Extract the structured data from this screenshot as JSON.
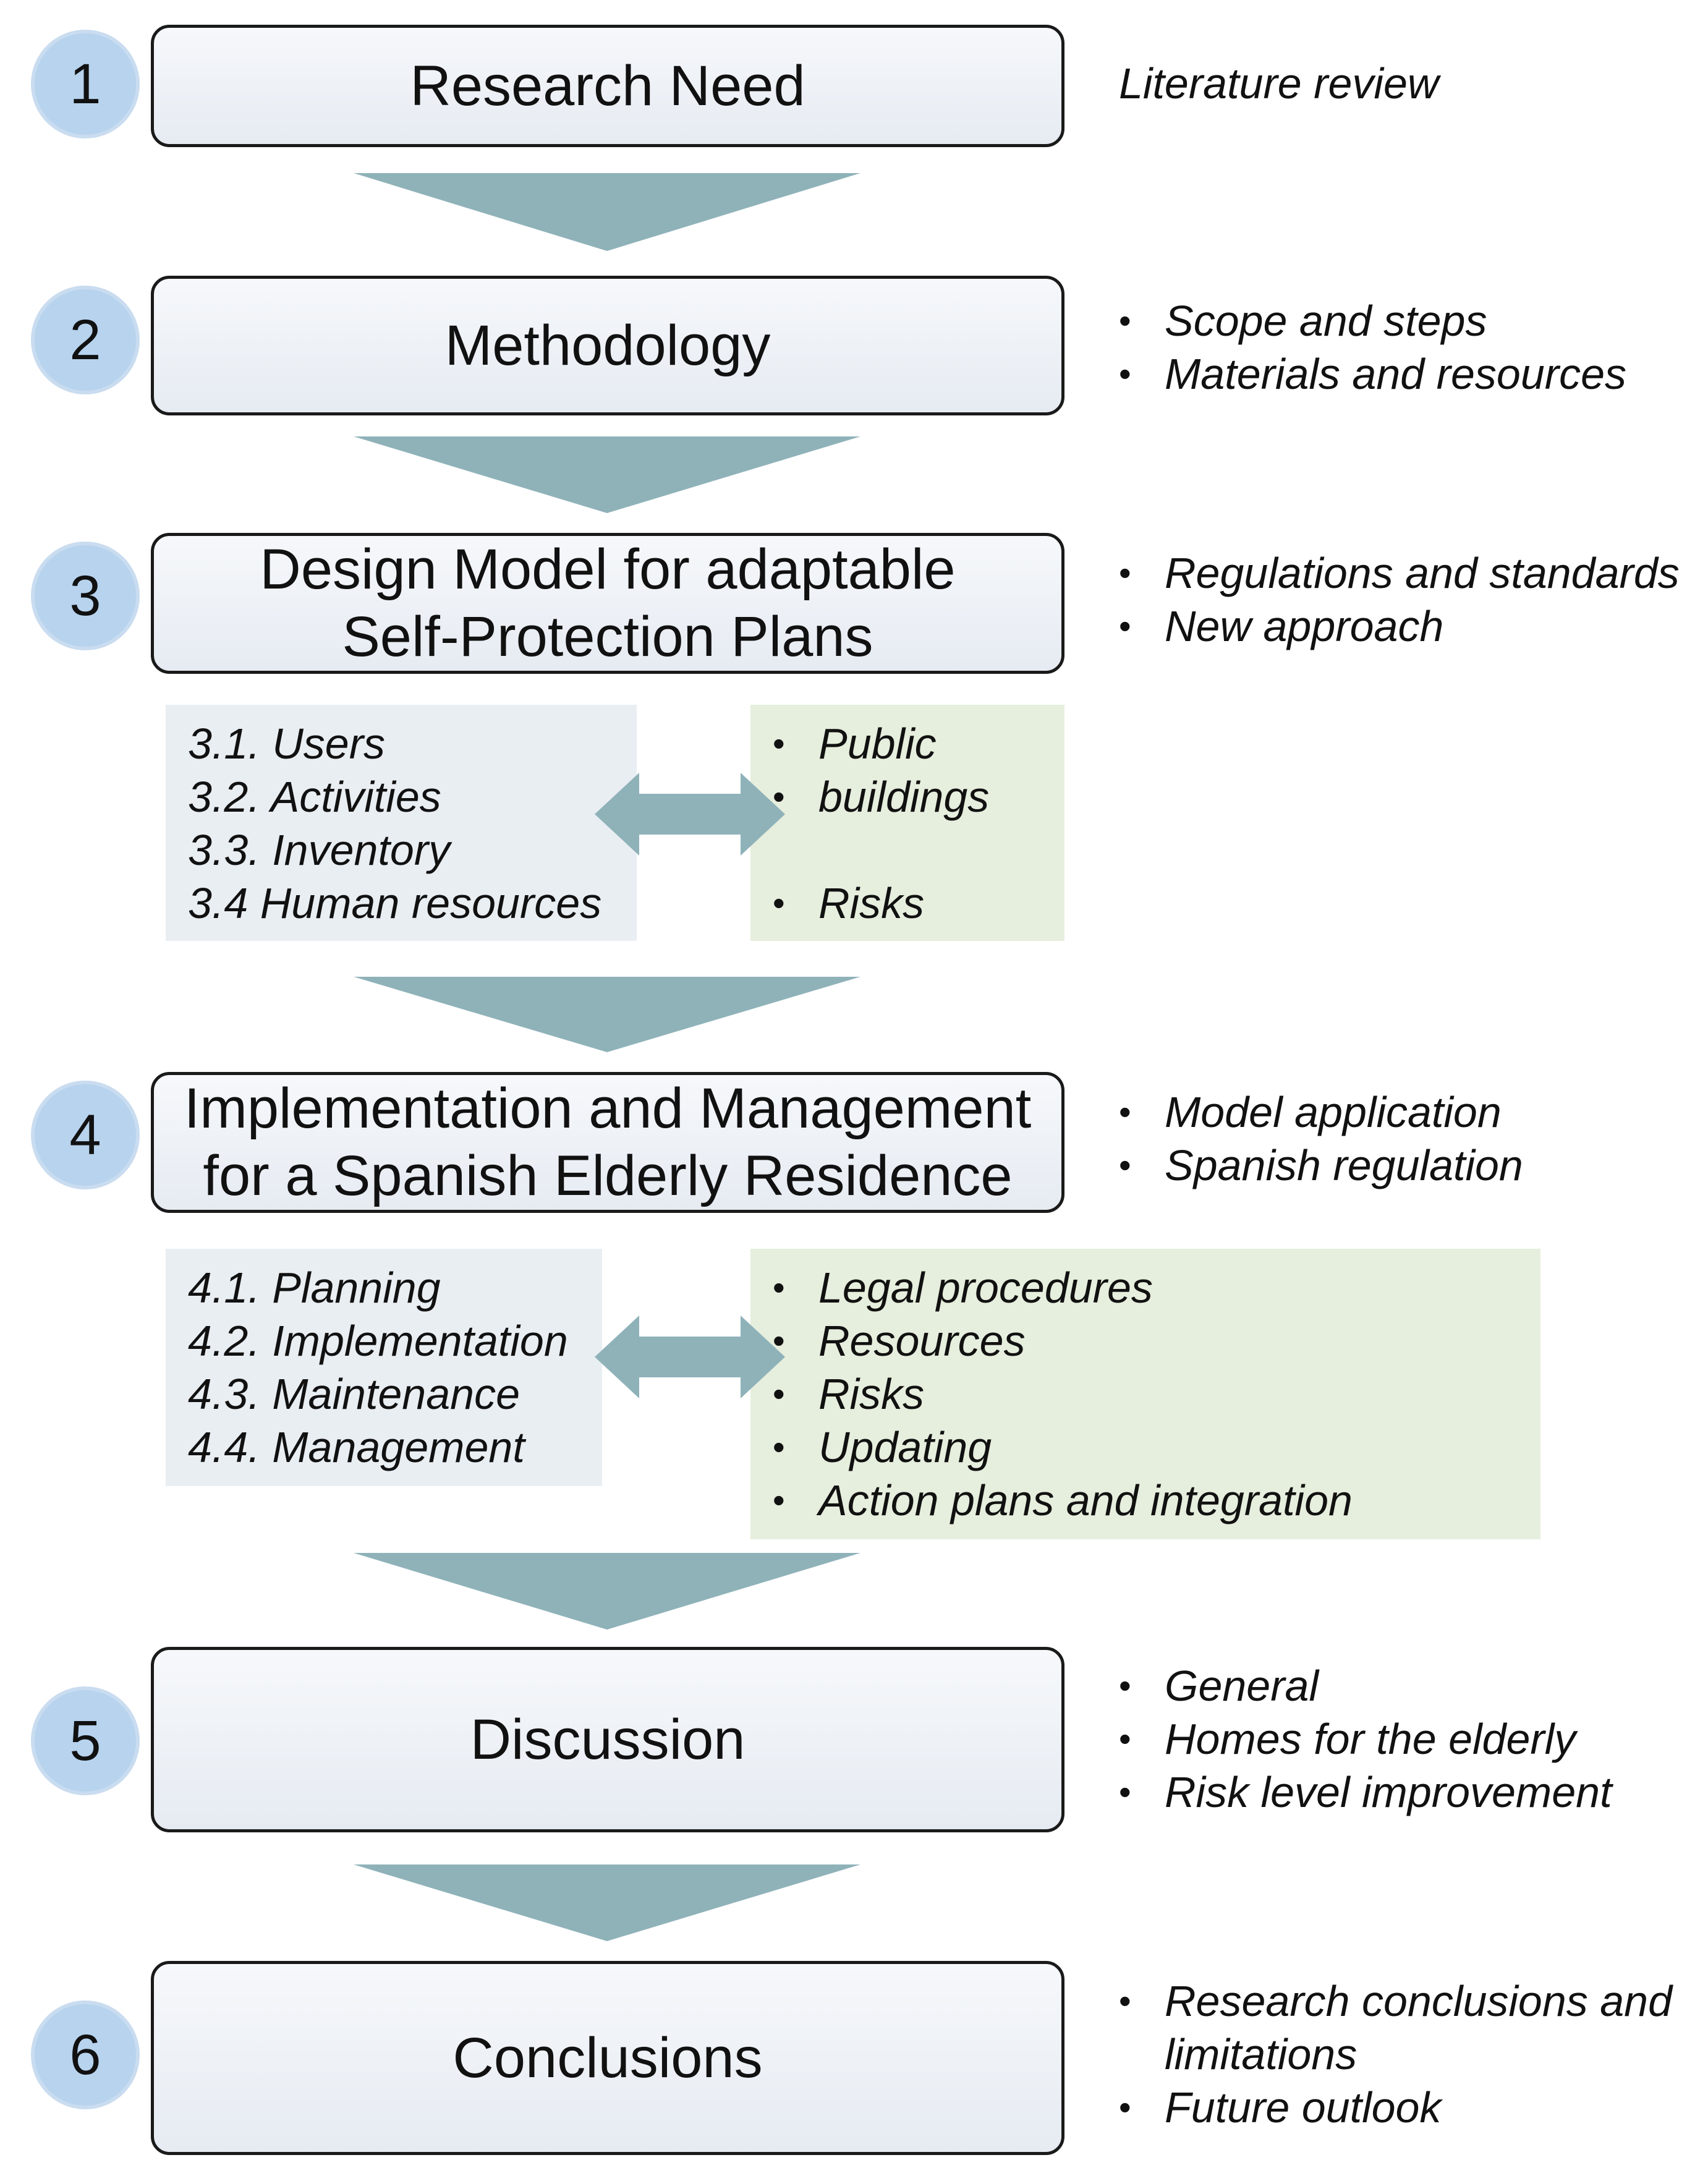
{
  "steps": [
    {
      "number": "1",
      "title": "Research Need",
      "notes": [
        "Literature review"
      ]
    },
    {
      "number": "2",
      "title": "Methodology",
      "notes": [
        "Scope and steps",
        "Materials and resources"
      ]
    },
    {
      "number": "3",
      "title_line1": "Design Model for adaptable",
      "title_line2": "Self-Protection Plans",
      "notes": [
        "Regulations and standards",
        "New approach"
      ]
    },
    {
      "number": "4",
      "title_line1": "Implementation and Management",
      "title_line2": "for a Spanish Elderly Residence",
      "notes": [
        "Model application",
        "Spanish regulation"
      ]
    },
    {
      "number": "5",
      "title": "Discussion",
      "notes": [
        "General",
        "Homes for the elderly",
        "Risk level improvement"
      ]
    },
    {
      "number": "6",
      "title": "Conclusions",
      "notes": [
        "Research conclusions and",
        "limitations",
        "Future outlook"
      ]
    }
  ],
  "step3_detail": {
    "left": [
      "3.1. Users",
      "3.2. Activities",
      "3.3. Inventory",
      "3.4 Human resources"
    ],
    "right": [
      "Public",
      "buildings",
      "Risks"
    ]
  },
  "step4_detail": {
    "left": [
      "4.1. Planning",
      "4.2. Implementation",
      "4.3. Maintenance",
      "4.4. Management"
    ],
    "right": [
      "Legal procedures",
      "Resources",
      "Risks",
      "Updating",
      "Action plans and integration"
    ]
  },
  "colors": {
    "circle_fill": "#b7d3ee",
    "arrow_fill": "#8fb2b9",
    "left_panel": "#e9eef3",
    "right_panel": "#e6eedd",
    "box_border": "#1a1a1a"
  }
}
